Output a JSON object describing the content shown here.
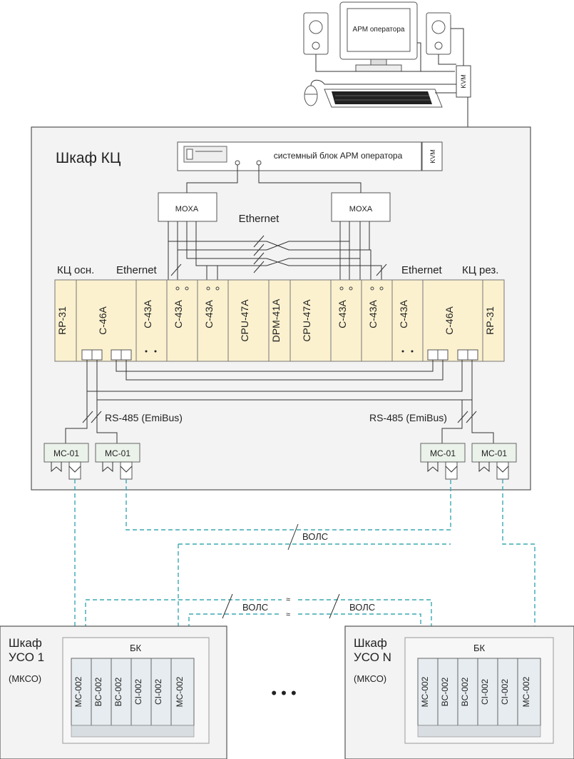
{
  "operator": {
    "monitor_label": "АРМ оператора",
    "kvm_label": "KVM"
  },
  "cabinet_main": {
    "title": "Шкаф КЦ",
    "sysblock_label": "системный блок АРМ оператора",
    "sysblock_kvm": "KVM",
    "moxa_left": "MOXA",
    "moxa_right": "MOXA",
    "ethernet_center": "Ethernet",
    "ethernet_left": "Ethernet",
    "ethernet_right": "Ethernet",
    "kc_main": "КЦ осн.",
    "kc_reserve": "КЦ рез.",
    "rs485_left": "RS-485 (EmiBus)",
    "rs485_right": "RS-485 (EmiBus)",
    "modules": [
      "RP-31",
      "C-46A",
      "C-43A",
      "C-43A",
      "C-43A",
      "CPU-47A",
      "DPM-41A",
      "CPU-47A",
      "C-43A",
      "C-43A",
      "C-43A",
      "C-46A",
      "RP-31"
    ],
    "mc_modules": [
      "MC-01",
      "MC-01",
      "MC-01",
      "MC-01"
    ]
  },
  "fiber_labels": [
    "ВОЛС",
    "ВОЛС",
    "ВОЛС"
  ],
  "uso1": {
    "title_line1": "Шкаф",
    "title_line2": "УСО 1",
    "subtitle": "(МКСО)",
    "bk_label": "БК",
    "slots": [
      "MC-002",
      "BC-002",
      "BC-002",
      "CI-002",
      "CI-002",
      "MC-002"
    ]
  },
  "uson": {
    "title_line1": "Шкаф",
    "title_line2": "УСО N",
    "subtitle": "(МКСО)",
    "bk_label": "БК",
    "slots": [
      "MC-002",
      "BC-002",
      "BC-002",
      "CI-002",
      "CI-002",
      "MC-002"
    ]
  },
  "ellipsis": "• • •"
}
